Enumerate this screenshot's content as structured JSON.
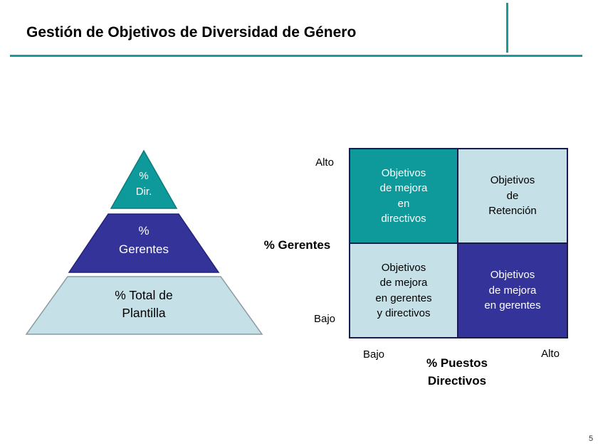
{
  "header": {
    "title": "Gestión de Objetivos de Diversidad de Género"
  },
  "pyramid": {
    "top": "%\nDir.",
    "middle": "%\nGerentes",
    "bottom": "% Total de\nPlantilla"
  },
  "matrix": {
    "quadrants": {
      "top_left": "Objetivos\nde mejora\nen\ndirectivos",
      "top_right": "Objetivos\nde\nRetención",
      "bottom_left": "Objetivos\nde mejora\nen gerentes\ny directivos",
      "bottom_right": "Objetivos\nde mejora\nen gerentes"
    },
    "y_axis": {
      "label": "% Gerentes",
      "high": "Alto",
      "low": "Bajo"
    },
    "x_axis": {
      "label": "% Puestos\nDirectivos",
      "low": "Bajo",
      "high": "Alto"
    }
  },
  "footer": {
    "page_number": "5"
  },
  "colors": {
    "teal": "#0E9A9A",
    "dark_blue": "#333399",
    "light_blue": "#C5E0E6",
    "rule_teal": "#179B9B",
    "grid_border": "#1A1A4D"
  }
}
